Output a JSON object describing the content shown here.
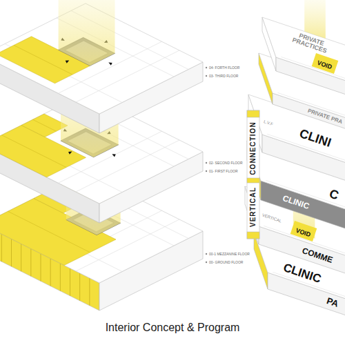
{
  "diagram": {
    "title": "Interior Concept & Program",
    "nodes": [
      {
        "text": [
          "VOID"
        ]
      },
      {
        "text": [
          "VOID"
        ]
      }
    ],
    "labels": [
      "04- FORTH FLOOR",
      "03- THIRD FLOOR",
      "02- SECOND FLOOR",
      "01- FIRST FLOOR",
      "00-1 MEZZANINE FLOOR",
      "00- GROUND FLOOR",
      "PRIVATE PRACTICES",
      "PRIVATE PRA",
      "L.V.F",
      "CLINI",
      "VERTICAL",
      "CONNECTION",
      "CLINIC",
      "C",
      "VERTICAL",
      "COMME",
      "CLINIC",
      "PA"
    ]
  }
}
